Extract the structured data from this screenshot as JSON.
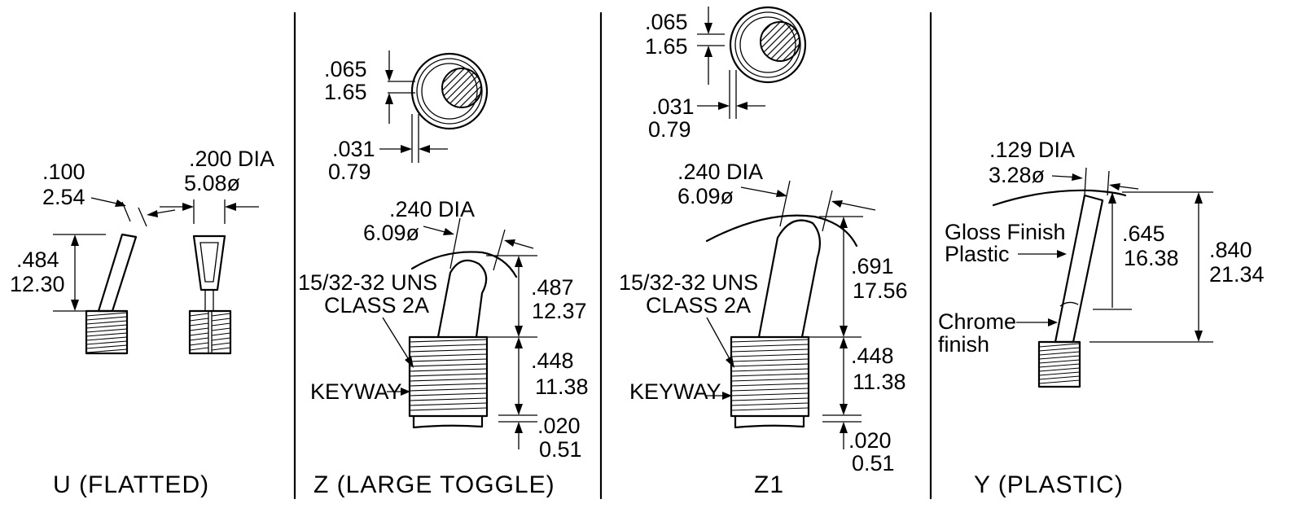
{
  "panels": {
    "u": {
      "caption": "U  (FLATTED)",
      "dims": {
        "width_in": ".100",
        "width_mm": "2.54",
        "dia_in": ".200  DIA",
        "dia_mm": "5.08ø",
        "height_in": ".484",
        "height_mm": "12.30"
      }
    },
    "z": {
      "caption": "Z  (LARGE  TOGGLE)",
      "dims": {
        "gap_in": ".065",
        "gap_mm": "1.65",
        "ring_in": ".031",
        "ring_mm": "0.79",
        "dia_in": ".240  DIA",
        "dia_mm": "6.09ø",
        "lever_in": ".487",
        "lever_mm": "12.37",
        "bushing_in": ".448",
        "bushing_mm": "11.38",
        "washer_in": ".020",
        "washer_mm": "0.51"
      },
      "thread_line1": "15/32-32  UNS",
      "thread_line2": "CLASS  2A",
      "keyway": "KEYWAY"
    },
    "z1": {
      "caption": "Z1",
      "dims": {
        "gap_in": ".065",
        "gap_mm": "1.65",
        "ring_in": ".031",
        "ring_mm": "0.79",
        "dia_in": ".240  DIA",
        "dia_mm": "6.09ø",
        "lever_in": ".691",
        "lever_mm": "17.56",
        "bushing_in": ".448",
        "bushing_mm": "11.38",
        "washer_in": ".020",
        "washer_mm": "0.51"
      },
      "thread_line1": "15/32-32  UNS",
      "thread_line2": "CLASS  2A",
      "keyway": "KEYWAY"
    },
    "y": {
      "caption": "Y  (PLASTIC)",
      "dims": {
        "dia_in": ".129  DIA",
        "dia_mm": "3.28ø",
        "lever_in": ".645",
        "lever_mm": "16.38",
        "overall_in": ".840",
        "overall_mm": "21.34"
      },
      "gloss_line1": "Gloss  Finish",
      "gloss_line2": "Plastic",
      "chrome_line1": "Chrome",
      "chrome_line2": "finish"
    }
  }
}
